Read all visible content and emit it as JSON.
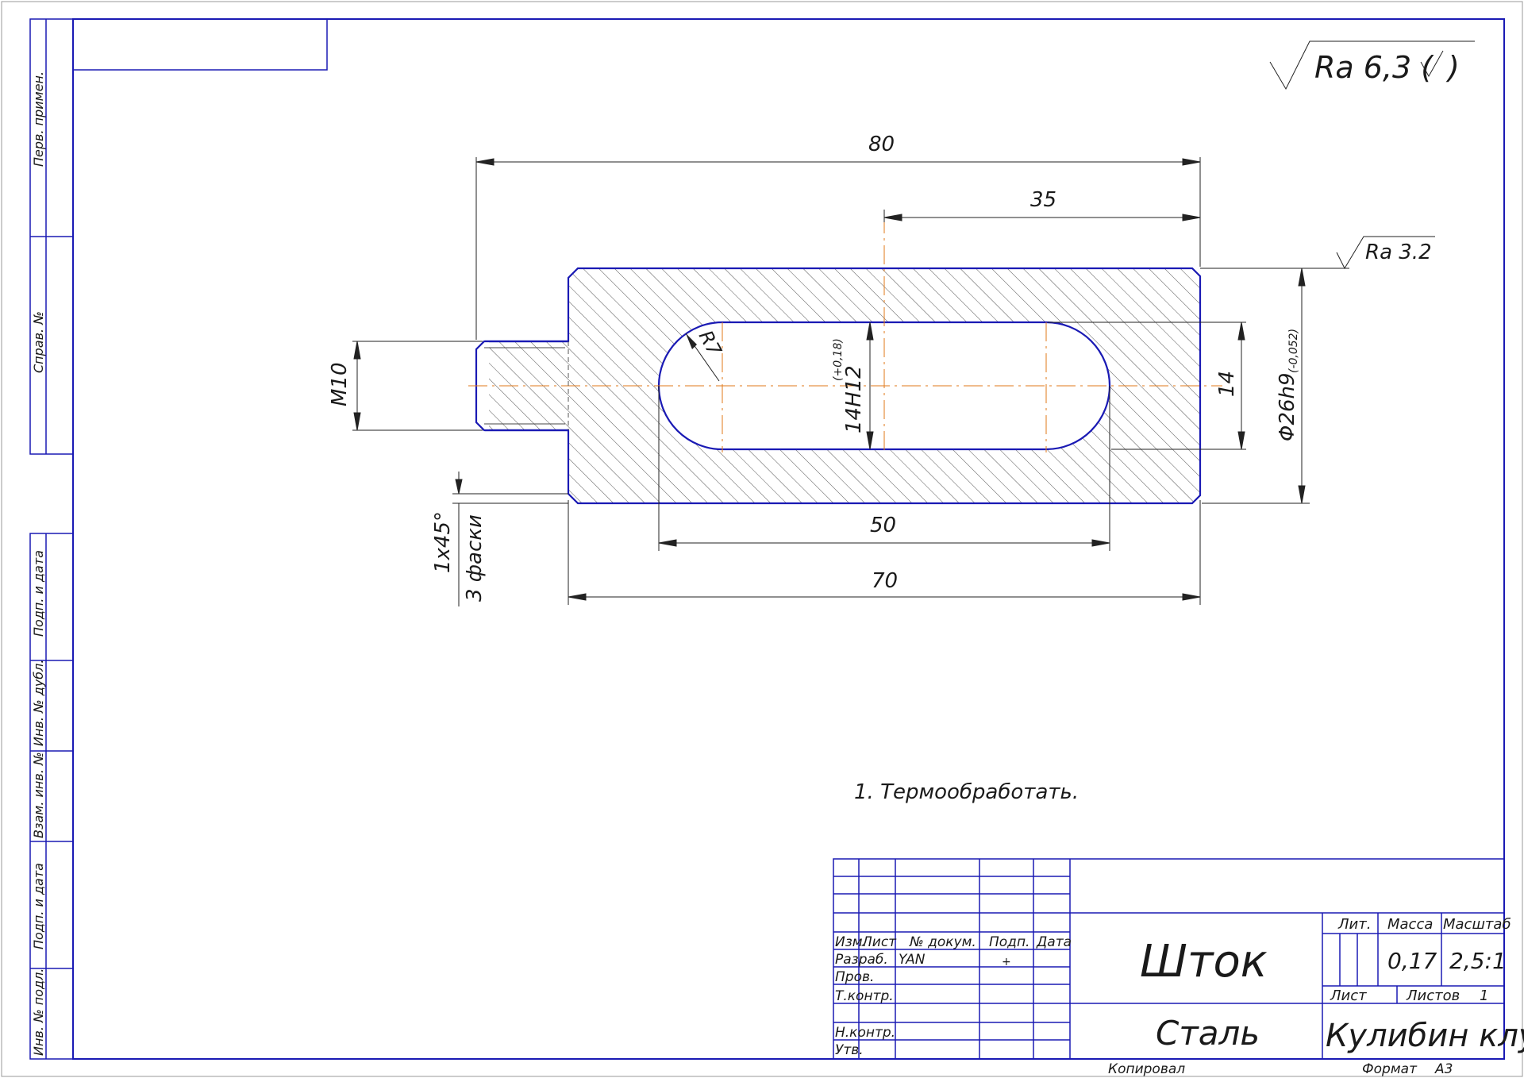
{
  "colors": {
    "frame": "#1a1ab4",
    "line": "#222222",
    "axis": "#e07a1a",
    "hatch": "#555555"
  },
  "roughness": {
    "general": "Ra 6,3 (",
    "surface": "Ra 3.2"
  },
  "dimensions": {
    "total_length": "80",
    "slot_offset": "35",
    "slot_length": "50",
    "body_length": "70",
    "thread": "M10",
    "slot_radius": "R7",
    "slot_width": "14H12",
    "slot_width_tol": "(+0,18)",
    "slot_width_right": "14",
    "diameter": "Φ26h9",
    "diameter_tol": "(-0,052)",
    "chamfer": "1x45°",
    "chamfer_note": "3 фаски"
  },
  "notes": [
    "1.  Термообработать."
  ],
  "side_stamp": [
    "Перв. примен.",
    "Справ. №",
    "Подп. и дата",
    "Инв. № дубл.",
    "Взам. инв. №",
    "Подп. и дата",
    "Инв. № подл."
  ],
  "title_block": {
    "headers": [
      "Изм.",
      "Лист",
      "№ докум.",
      "Подп.",
      "Дата"
    ],
    "roles": [
      "Разраб.",
      "Пров.",
      "Т.контр.",
      "Н.контр.",
      "Утв."
    ],
    "developer": "YAN",
    "signature": "+",
    "part_name": "Шток",
    "material": "Сталь",
    "lit_label": "Лит.",
    "mass_label": "Масса",
    "scale_label": "Масштаб",
    "mass": "0,17",
    "scale": "2,5:1",
    "sheet_label": "Лист",
    "sheets_label": "Листов",
    "sheets": "1",
    "organization": "Кулибин клуб"
  },
  "footer": {
    "copied": "Копировал",
    "format_label": "Формат",
    "format": "А3"
  }
}
